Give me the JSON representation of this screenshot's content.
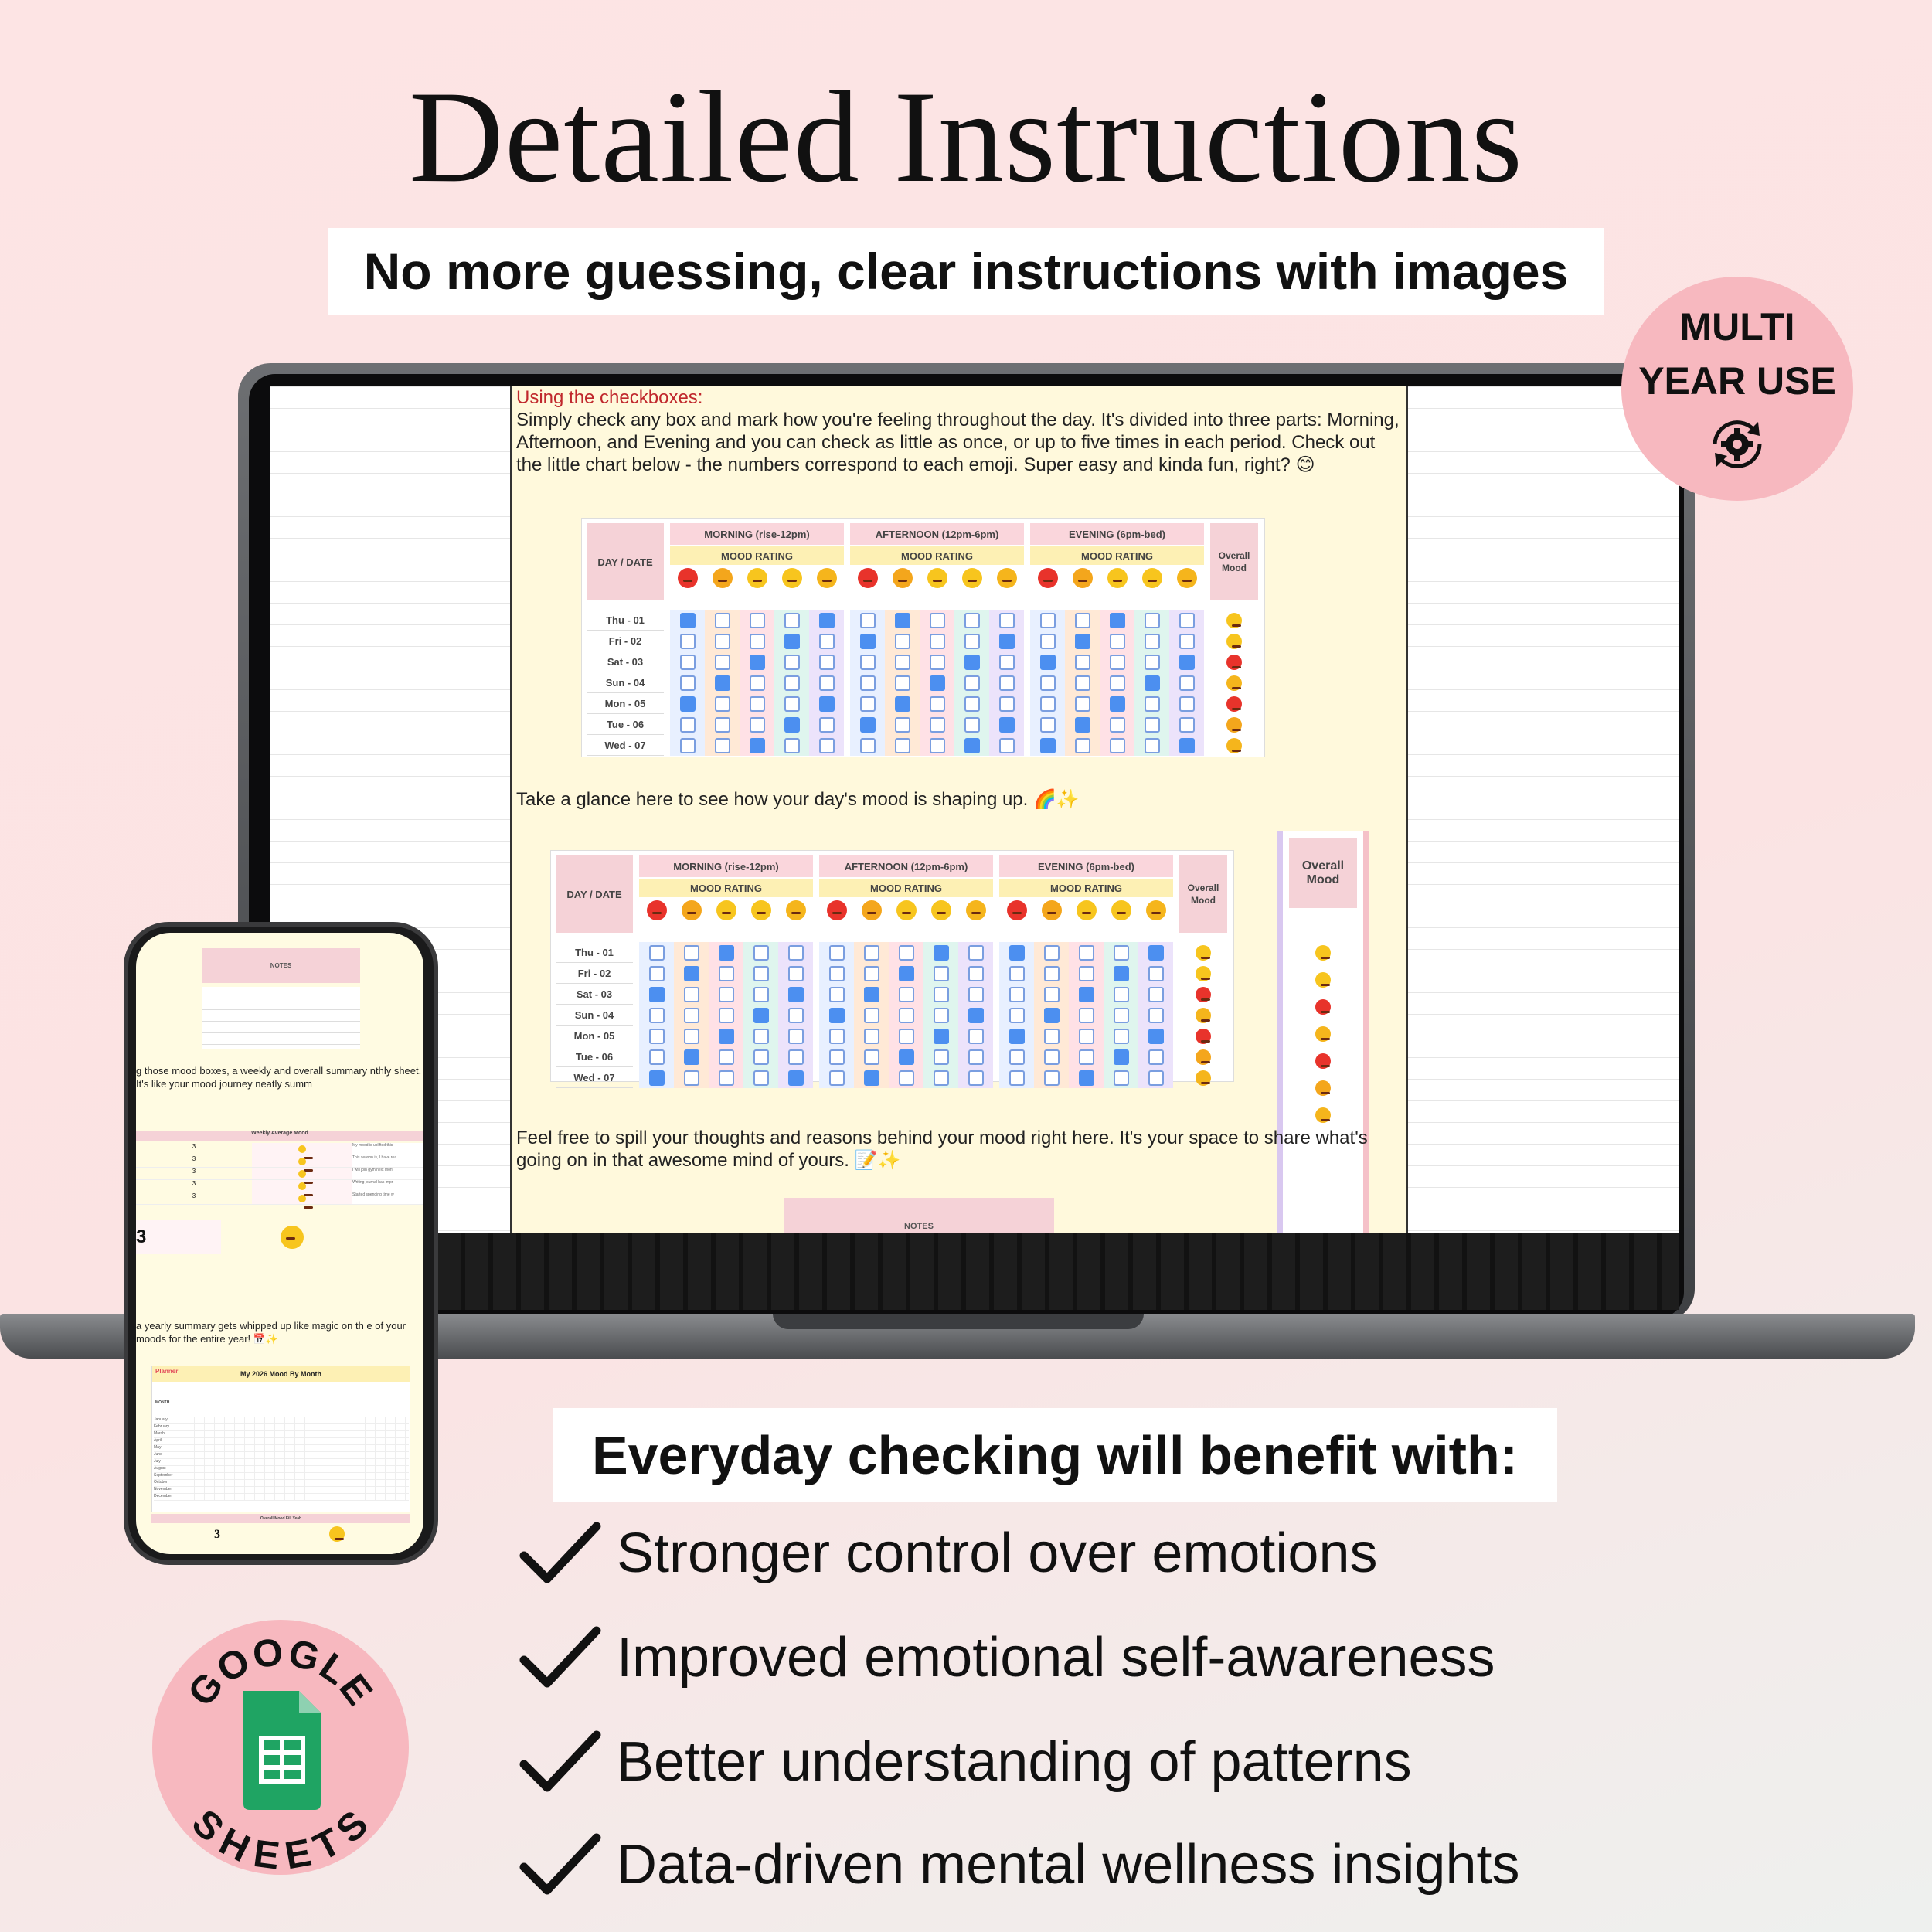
{
  "headline": "Detailed Instructions",
  "subtitle": "No more guessing, clear instructions with images",
  "badge": {
    "line1": "MULTI",
    "line2": "YEAR USE",
    "icon": "gear-refresh-icon"
  },
  "screen": {
    "heading": "Using the checkboxes:",
    "para1": "Simply check any box and mark how you're feeling throughout the day. It's divided into three parts: Morning, Afternoon, and Evening and you can check as little as once, or up to five times in each period. Check out the little chart below - the numbers correspond to each emoji. Super easy and kinda fun, right? 😊",
    "para2": "Take a glance here to see how your day's mood is shaping up. 🌈✨",
    "para3": "Feel free to spill your thoughts and reasons behind your mood right here. It's your space to share what's going on in that awesome mind of yours. 📝✨",
    "notes_label": "NOTES",
    "tracker": {
      "day_date": "DAY / DATE",
      "periods": [
        {
          "title": "MORNING (rise-12pm)",
          "rating": "MOOD RATING"
        },
        {
          "title": "AFTERNOON (12pm-6pm)",
          "rating": "MOOD RATING"
        },
        {
          "title": "EVENING (6pm-bed)",
          "rating": "MOOD RATING"
        }
      ],
      "overall": "Overall Mood",
      "days": [
        "Thu - 01",
        "Fri - 02",
        "Sat - 03",
        "Sun - 04",
        "Mon - 05",
        "Tue - 06",
        "Wed - 07"
      ]
    },
    "overall_big": "Overall Mood"
  },
  "phone": {
    "notes": "NOTES",
    "text1": "g those mood boxes, a weekly and overall summary nthly sheet. It's like your mood journey neatly summ",
    "weekly_avg": "Weekly Average Mood",
    "weekly_values": [
      "3",
      "3",
      "3",
      "3",
      "3"
    ],
    "weekly_notes": [
      "My mood is uplifted this",
      "This season is, I have rea",
      "I will join gym next mont",
      "Writing journal has impr",
      "Started spending time w"
    ],
    "big_value": "3",
    "text2": "a yearly summary gets whipped up like magic on th e of your moods for the entire year! 📅✨",
    "year_title": "My 2026 Mood By Month",
    "logo": "Planner",
    "month_header": "MONTH",
    "months": [
      "January",
      "February",
      "March",
      "April",
      "May",
      "June",
      "July",
      "August",
      "September",
      "October",
      "November",
      "December"
    ],
    "overall_fill": "Overall Mood Fill Yeah",
    "year_value": "3"
  },
  "gs_badge": {
    "top": "GOOGLE",
    "bottom": "SHEETS",
    "icon": "google-sheets-icon"
  },
  "benefits": {
    "title": "Everyday checking will benefit with:",
    "items": [
      "Stronger control over emotions",
      "Improved emotional self-awareness",
      "Better understanding of patterns",
      "Data-driven mental wellness insights"
    ]
  },
  "colors": {
    "badge_pink": "#f7b8bf",
    "check_blue": "#4c8ff0",
    "doc_yellow": "#fff9dc"
  }
}
